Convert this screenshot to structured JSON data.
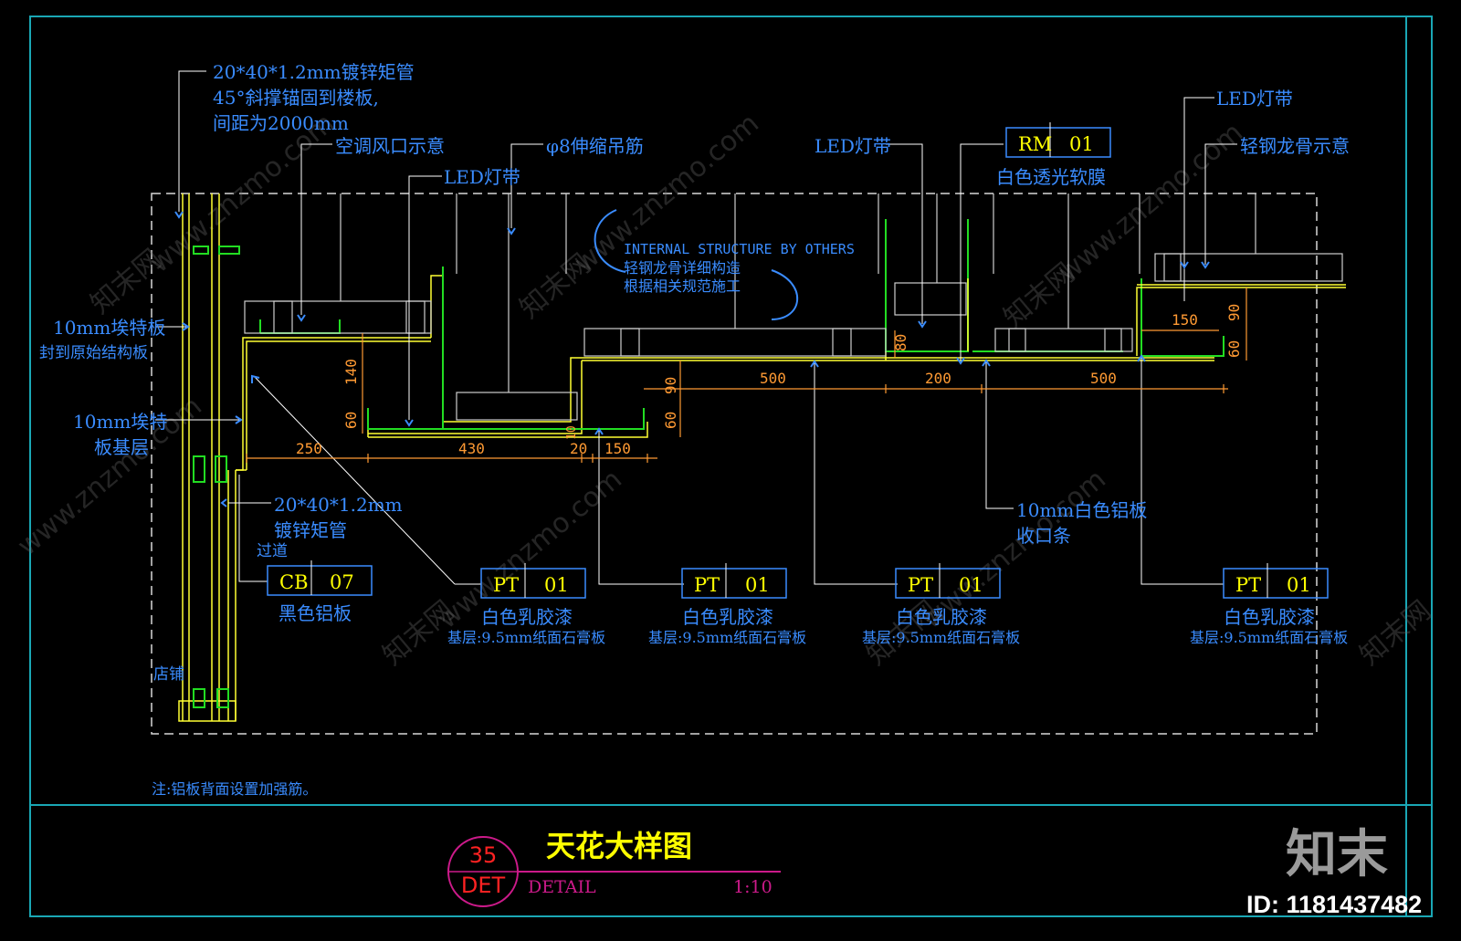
{
  "colors": {
    "background": "#000000",
    "frame": "#1aa7b5",
    "dashed": "#d8d8d8",
    "structure_yellow": "#ffff33",
    "structure_green": "#22dd22",
    "leader_white": "#ffffff",
    "text_blue": "#3a8cff",
    "dimension_orange": "#ff9a33",
    "title_circle": "#cc1a8a",
    "title_number_red": "#ff2222"
  },
  "annotations": {
    "tube_brace_1": "20*40*1.2mm镀锌矩管",
    "tube_brace_2": "45°斜撑锚固到楼板,",
    "tube_brace_3": "间距为2000mm",
    "ac_vent": "空调风口示意",
    "rod": "φ8伸缩吊筋",
    "led_left": "LED灯带",
    "led_mid": "LED灯带",
    "led_right": "LED灯带",
    "light_steel": "轻钢龙骨示意",
    "internal_en": "INTERNAL STRUCTURE BY OTHERS",
    "internal_cn_1": "轻钢龙骨详细构造",
    "internal_cn_2": "根据相关规范施工",
    "eterit_1": "10mm埃特板",
    "eterit_2": "封到原始结构板",
    "eterit_base_1": "10mm埃特",
    "eterit_base_2": "板基层",
    "tube_2_1": "20*40*1.2mm",
    "tube_2_2": "镀锌矩管",
    "corridor": "过道",
    "shop": "店铺",
    "alu_trim_1": "10mm白色铝板",
    "alu_trim_2": "收口条",
    "note": "注:铝板背面设置加强筋。"
  },
  "tags": [
    {
      "code": "RM",
      "num": "01",
      "desc": "白色透光软膜",
      "sub": ""
    },
    {
      "code": "CB",
      "num": "07",
      "desc": "黑色铝板",
      "sub": ""
    },
    {
      "code": "PT",
      "num": "01",
      "desc": "白色乳胶漆",
      "sub": "基层:9.5mm纸面石膏板"
    },
    {
      "code": "PT",
      "num": "01",
      "desc": "白色乳胶漆",
      "sub": "基层:9.5mm纸面石膏板"
    },
    {
      "code": "PT",
      "num": "01",
      "desc": "白色乳胶漆",
      "sub": "基层:9.5mm纸面石膏板"
    },
    {
      "code": "PT",
      "num": "01",
      "desc": "白色乳胶漆",
      "sub": "基层:9.5mm纸面石膏板"
    }
  ],
  "dimensions": {
    "d140": "140",
    "d60a": "60",
    "d250": "250",
    "d430": "430",
    "d20": "20",
    "d150a": "150",
    "d10": "10",
    "d90a": "90",
    "d60b": "60",
    "d500a": "500",
    "d80": "80",
    "d200": "200",
    "d500b": "500",
    "d150b": "150",
    "d90b": "90",
    "d60c": "60"
  },
  "title_block": {
    "number": "35",
    "sheet": "DET",
    "title": "天花大样图",
    "subtitle": "DETAIL",
    "scale": "1:10"
  },
  "watermark": {
    "text_1": "www.znzmo.com",
    "text_2": "知末网",
    "logo": "知末",
    "id": "ID: 1181437482"
  }
}
